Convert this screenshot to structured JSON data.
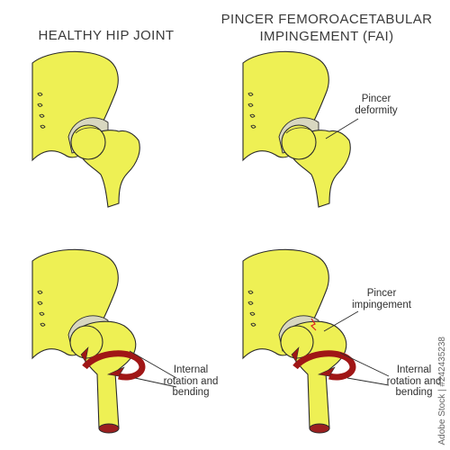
{
  "titles": {
    "left": "HEALTHY HIP JOINT",
    "right": "PINCER FEMOROACETABULAR IMPINGEMENT (FAI)"
  },
  "labels": {
    "pincer_deformity": "Pincer deformity",
    "pincer_impingement": "Pincer impingement",
    "internal_rotation_left": "Internal rotation and bending",
    "internal_rotation_right": "Internal rotation and bending"
  },
  "stock_id": "Adobe Stock | #242435238",
  "colors": {
    "bone": "#eef054",
    "bone_outline": "#2b2b2b",
    "cartilage": "#d8d7c0",
    "deformity": "#b5413a",
    "arrow": "#a01616",
    "marrow": "#9b2020"
  }
}
